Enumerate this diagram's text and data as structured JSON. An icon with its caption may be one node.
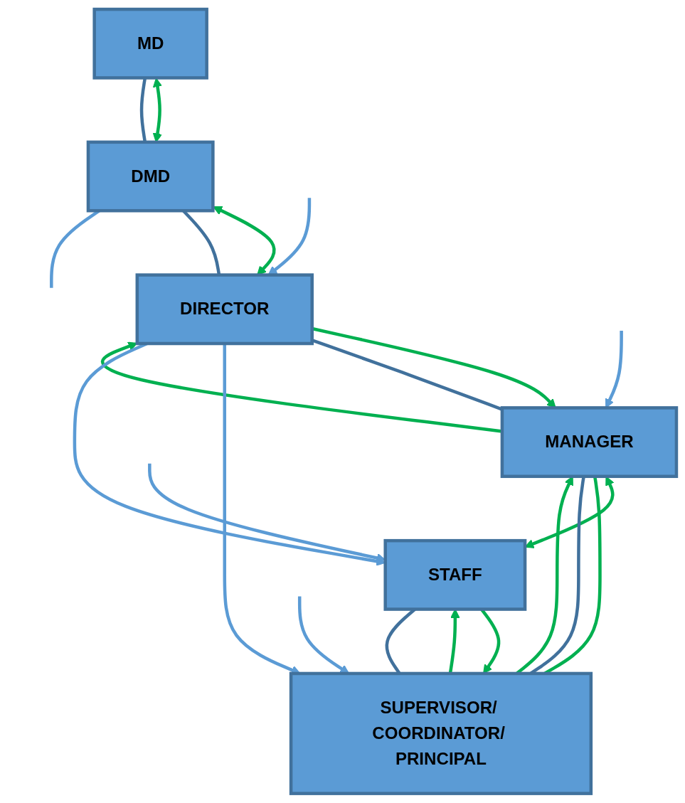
{
  "diagram": {
    "nodes": [
      {
        "text": [
          "MD"
        ]
      },
      {
        "text": [
          "DMD"
        ]
      },
      {
        "text": [
          "DIRECTOR"
        ]
      },
      {
        "text": [
          "MANAGER"
        ]
      },
      {
        "text": [
          "SUPERVISOR/ COORDINATOR/ PRINCIPAL"
        ]
      },
      {
        "text": [
          "STAFF"
        ]
      }
    ],
    "edges": [
      {
        "from": 0,
        "to": 1,
        "arrow": "both"
      },
      {
        "from": 0,
        "to": 1,
        "arrow": "none",
        "color": "#41719c"
      },
      {
        "from": 1,
        "to": 2,
        "arrow": "both"
      },
      {
        "from": 1,
        "to": 2,
        "arrow": "none",
        "color": "#41719c"
      },
      {
        "from": 2,
        "to": 3,
        "arrow": "to"
      },
      {
        "from": 2,
        "to": 3,
        "arrow": "none",
        "color": "#41719c"
      },
      {
        "from": 3,
        "to": 2,
        "arrow": "to"
      },
      {
        "from": 3,
        "to": 5,
        "arrow": "both"
      },
      {
        "from": 3,
        "to": 4,
        "arrow": "none"
      },
      {
        "from": 3,
        "to": 4,
        "arrow": "none",
        "color": "#41719c"
      },
      {
        "from": 4,
        "to": 3,
        "arrow": "to"
      },
      {
        "from": 4,
        "to": 5,
        "arrow": "to"
      },
      {
        "from": 4,
        "to": 5,
        "arrow": "none",
        "color": "#41719c"
      },
      {
        "from": 5,
        "to": 4,
        "arrow": "to"
      },
      {
        "from": 2,
        "to": 4,
        "arrow": "to",
        "color": "#5b9bd5"
      },
      {
        "from": 2,
        "to": 5,
        "arrow": "to",
        "color": "#5b9bd5"
      },
      {
        "from": 1,
        "to": null,
        "arrow": "none",
        "color": "#5b9bd5"
      },
      {
        "from": null,
        "to": 2,
        "arrow": "to",
        "color": "#5b9bd5"
      },
      {
        "from": null,
        "to": 3,
        "arrow": "to",
        "color": "#5b9bd5"
      },
      {
        "from": null,
        "to": 4,
        "arrow": "to",
        "color": "#5b9bd5"
      },
      {
        "from": null,
        "to": 5,
        "arrow": "to",
        "color": "#5b9bd5"
      }
    ]
  }
}
